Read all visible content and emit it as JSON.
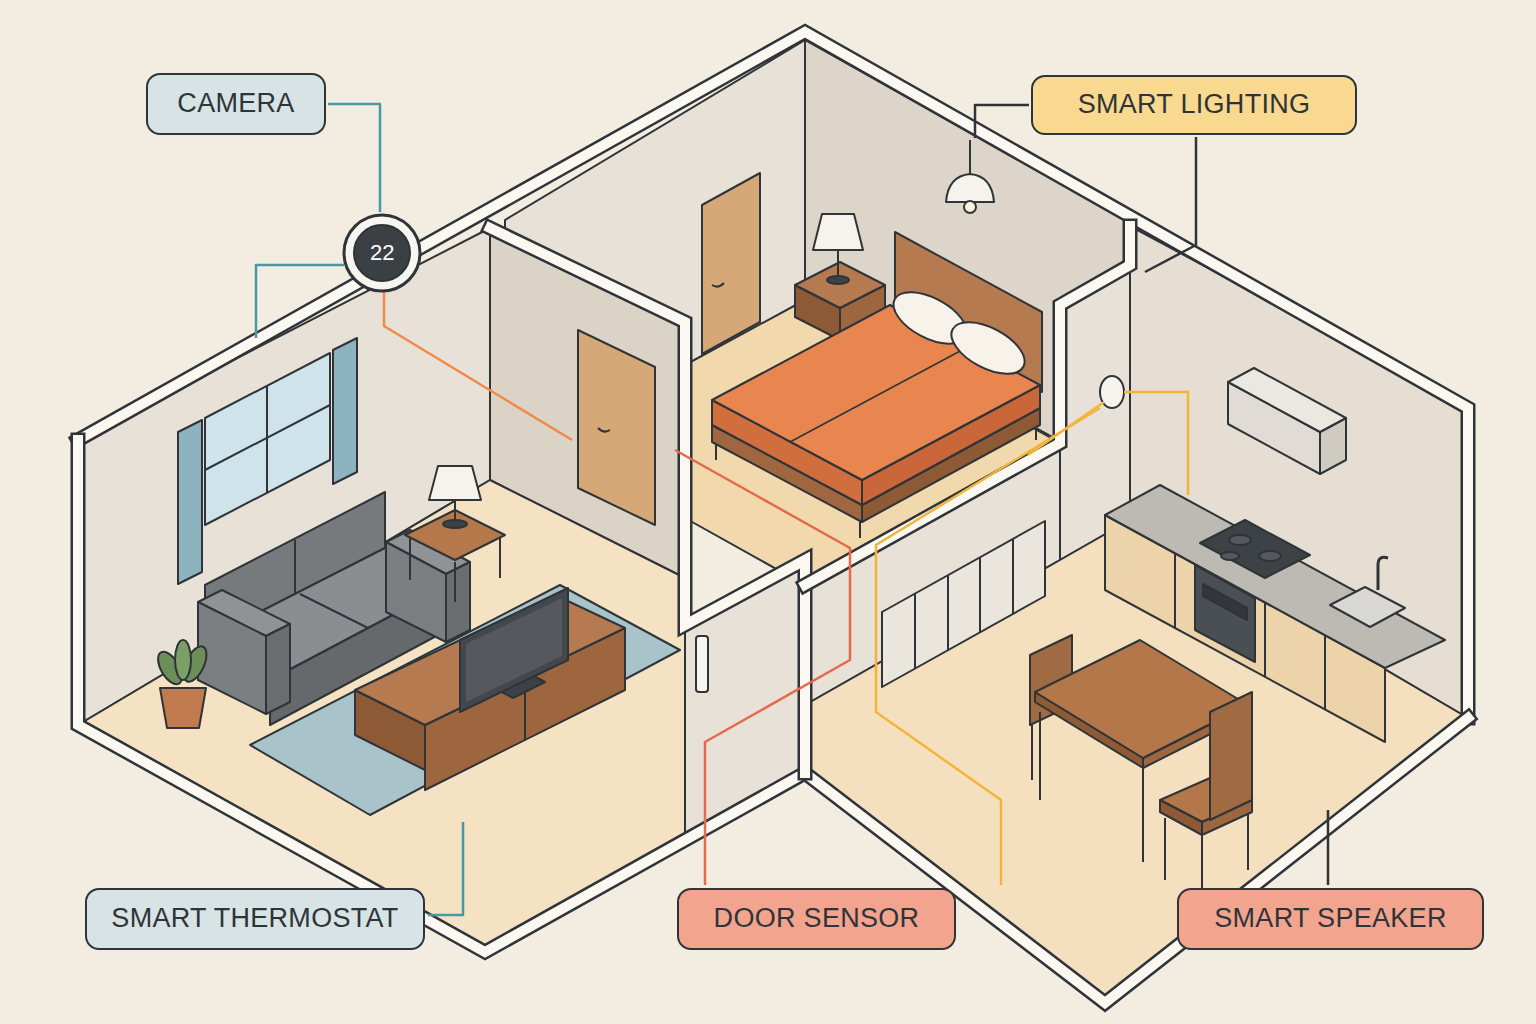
{
  "diagram": {
    "nodes": [
      {
        "text": [
          "CAMERA"
        ]
      },
      {
        "text": [
          "SMART LIGHTING"
        ]
      },
      {
        "text": [
          "SMART THERMOSTAT"
        ]
      },
      {
        "text": [
          "DOOR SENSOR"
        ]
      },
      {
        "text": [
          "SMART SPEAKER"
        ]
      }
    ],
    "labels": [
      "22"
    ]
  }
}
